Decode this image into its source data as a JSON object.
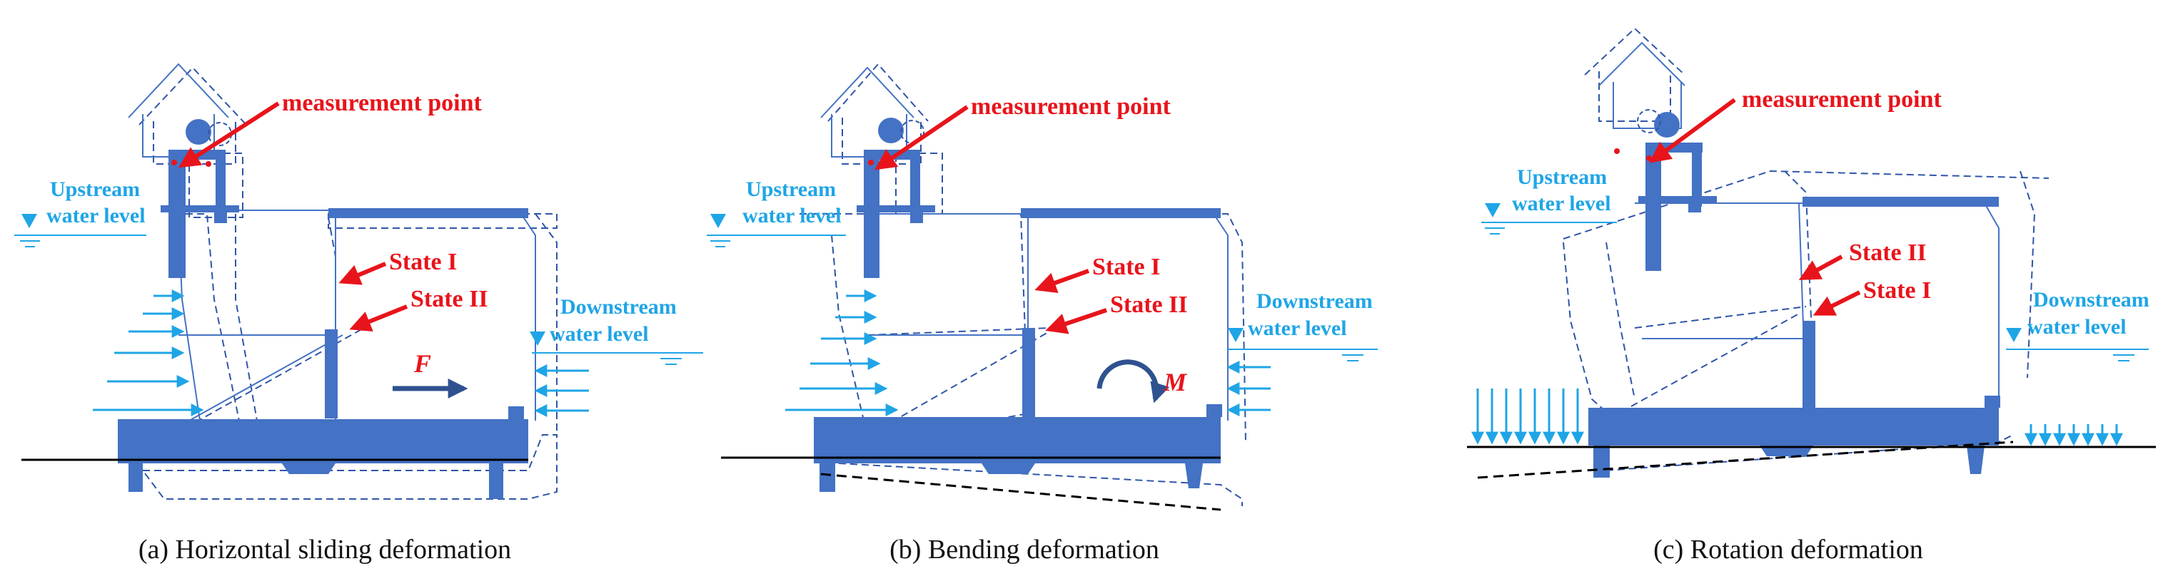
{
  "colors": {
    "structure": "#4472c4",
    "structure_dash": "#2f55a8",
    "label_red": "#e8141b",
    "water_blue": "#1fa5e6",
    "force_arrow": "#2f528f",
    "ground": "#000000"
  },
  "panels": [
    {
      "id": "a",
      "measurement_label": "measurement point",
      "upstream_label": [
        "Upstream",
        "water level"
      ],
      "downstream_label": [
        "Downstream",
        "water level"
      ],
      "state_labels": [
        "State I",
        "State II"
      ],
      "force_symbol": "F",
      "caption": "(a) Horizontal sliding deformation"
    },
    {
      "id": "b",
      "measurement_label": "measurement point",
      "upstream_label": [
        "Upstream",
        "water level"
      ],
      "downstream_label": [
        "Downstream",
        "water level"
      ],
      "state_labels": [
        "State I",
        "State II"
      ],
      "force_symbol": "M",
      "caption": "(b) Bending deformation"
    },
    {
      "id": "c",
      "measurement_label": "measurement point",
      "upstream_label": [
        "Upstream",
        "water level"
      ],
      "downstream_label": [
        "Downstream",
        "water level"
      ],
      "state_labels": [
        "State II",
        "State I"
      ],
      "force_symbol": "",
      "caption": "(c) Rotation deformation"
    }
  ]
}
